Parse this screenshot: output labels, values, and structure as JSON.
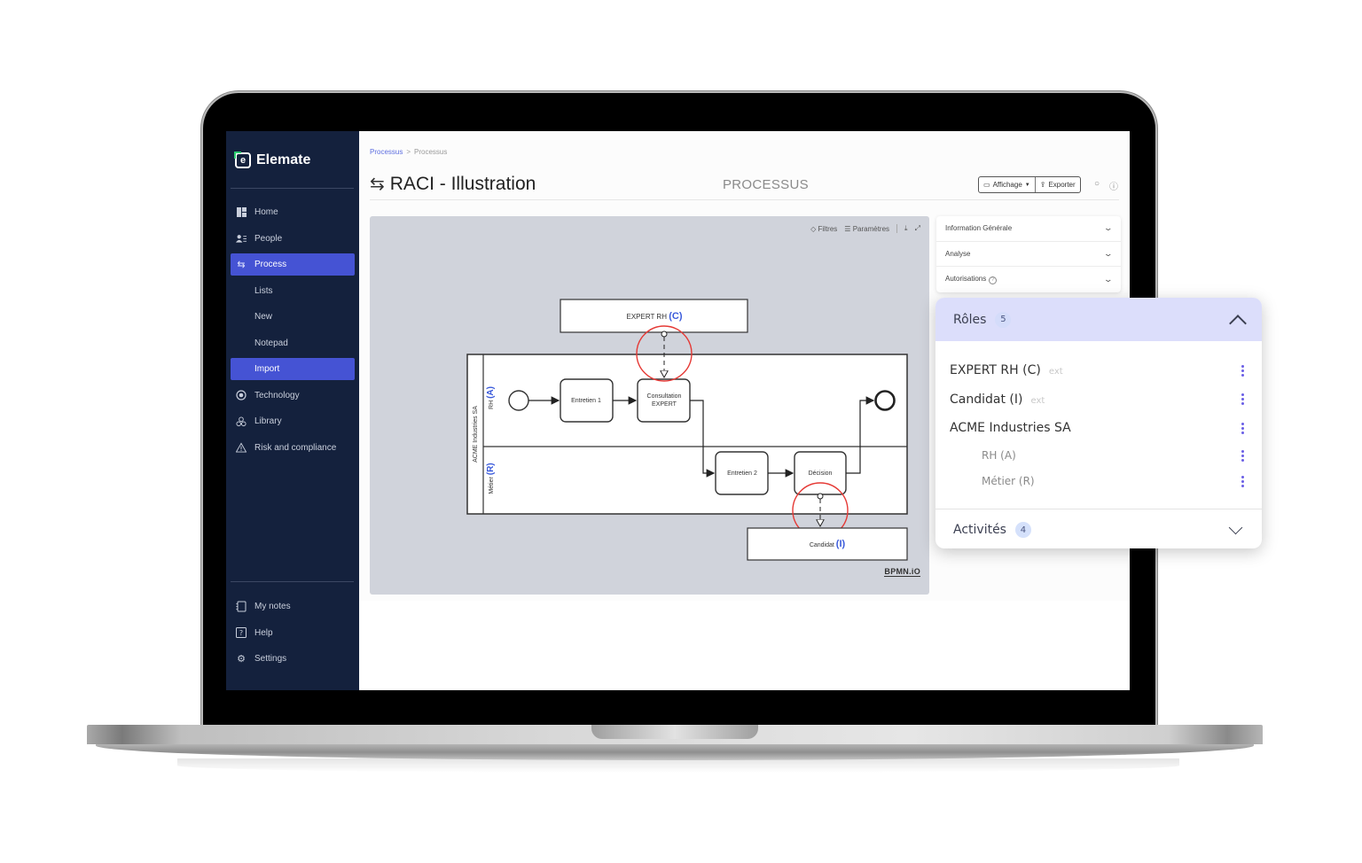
{
  "app": {
    "brand": "Elemate",
    "colors": {
      "sidebar_bg": "#14213d",
      "accent": "#4553d4",
      "roles_header_bg": "#dcdefb",
      "raci_label": "#3b5bdb",
      "highlight_circle": "#e53935",
      "canvas_bg": "#d0d3db"
    }
  },
  "sidebar": {
    "items": [
      {
        "label": "Home",
        "icon": "dashboard-icon",
        "active": false
      },
      {
        "label": "People",
        "icon": "people-icon",
        "active": false
      },
      {
        "label": "Process",
        "icon": "arrows-exchange-icon",
        "active": true
      },
      {
        "label": "Lists",
        "sub": true,
        "active": false
      },
      {
        "label": "New",
        "sub": true,
        "active": false
      },
      {
        "label": "Notepad",
        "sub": true,
        "active": false
      },
      {
        "label": "Import",
        "sub": true,
        "active": true
      },
      {
        "label": "Technology",
        "icon": "technology-icon",
        "active": false
      },
      {
        "label": "Library",
        "icon": "library-icon",
        "active": false
      },
      {
        "label": "Risk and compliance",
        "icon": "warning-icon",
        "active": false
      }
    ],
    "bottom": [
      {
        "label": "My notes",
        "icon": "notes-icon"
      },
      {
        "label": "Help",
        "icon": "help-icon"
      },
      {
        "label": "Settings",
        "icon": "gear-icon"
      }
    ]
  },
  "header": {
    "breadcrumb": [
      "Processus",
      "Processus"
    ],
    "breadcrumb_sep": ">",
    "title": "RACI - Illustration",
    "type_label": "PROCESSUS",
    "buttons": {
      "display": "Affichage",
      "export": "Exporter"
    }
  },
  "canvas": {
    "tools": {
      "filters": "Filtres",
      "params": "Paramètres"
    },
    "watermark": "BPMN.iO",
    "pool": "ACME Industries SA",
    "lanes": [
      {
        "name": "RH",
        "raci": "(A)"
      },
      {
        "name": "Métier",
        "raci": "(R)"
      }
    ],
    "external_participants": [
      {
        "name": "EXPERT RH",
        "raci": "(C)"
      },
      {
        "name": "Candidat",
        "raci": "(I)"
      }
    ],
    "tasks": [
      {
        "label": "Entretien 1"
      },
      {
        "label": "Consultation",
        "label2": "EXPERT"
      },
      {
        "label": "Entretien 2"
      },
      {
        "label": "Décision"
      }
    ]
  },
  "accordion": {
    "sections": [
      {
        "label": "Information Générale"
      },
      {
        "label": "Analyse"
      },
      {
        "label": "Autorisations",
        "help": "?"
      }
    ]
  },
  "roles_card": {
    "title": "Rôles",
    "count": "5",
    "roles": [
      {
        "name": "EXPERT RH (C)",
        "tag": "ext"
      },
      {
        "name": "Candidat (I)",
        "tag": "ext"
      },
      {
        "name": "ACME Industries SA"
      },
      {
        "name": "RH (A)"
      },
      {
        "name": "Métier (R)"
      }
    ],
    "activities": {
      "title": "Activités",
      "count": "4"
    }
  }
}
